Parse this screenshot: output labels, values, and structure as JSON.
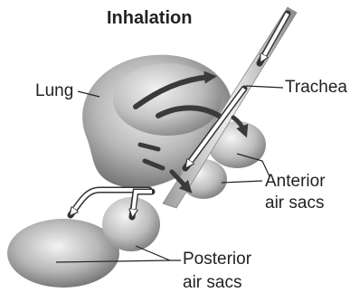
{
  "title": "Inhalation",
  "labels": {
    "lung": "Lung",
    "trachea": "Trachea",
    "anterior_line1": "Anterior",
    "anterior_line2": "air sacs",
    "posterior_line1": "Posterior",
    "posterior_line2": "air sacs"
  },
  "colors": {
    "tissue_dark": "#6f6f6f",
    "tissue_light": "#e6e6e6",
    "arrow_dark": "#3a3a3a",
    "arrow_outline": "#333333",
    "text": "#222222"
  }
}
